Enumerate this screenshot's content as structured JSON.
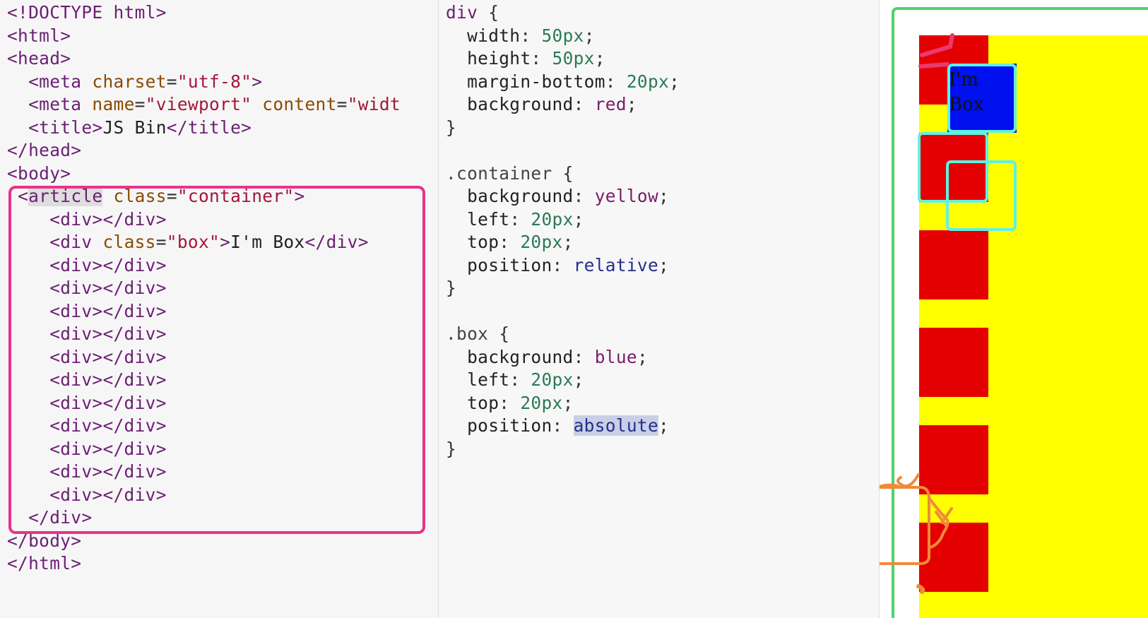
{
  "html_editor": {
    "lines": [
      [
        {
          "c": "t",
          "v": "<!DOCTYPE html>"
        }
      ],
      [
        {
          "c": "t",
          "v": "<html>"
        }
      ],
      [
        {
          "c": "t",
          "v": "<head>"
        }
      ],
      [
        {
          "c": "p",
          "v": "  "
        },
        {
          "c": "t",
          "v": "<meta "
        },
        {
          "c": "a",
          "v": "charset"
        },
        {
          "c": "p",
          "v": "="
        },
        {
          "c": "s",
          "v": "\"utf-8\""
        },
        {
          "c": "t",
          "v": ">"
        }
      ],
      [
        {
          "c": "p",
          "v": "  "
        },
        {
          "c": "t",
          "v": "<meta "
        },
        {
          "c": "a",
          "v": "name"
        },
        {
          "c": "p",
          "v": "="
        },
        {
          "c": "s",
          "v": "\"viewport\""
        },
        {
          "c": "p",
          "v": " "
        },
        {
          "c": "a",
          "v": "content"
        },
        {
          "c": "p",
          "v": "="
        },
        {
          "c": "s",
          "v": "\"widt"
        }
      ],
      [
        {
          "c": "p",
          "v": "  "
        },
        {
          "c": "t",
          "v": "<title>"
        },
        {
          "c": "tx",
          "v": "JS Bin"
        },
        {
          "c": "t",
          "v": "</title>"
        }
      ],
      [
        {
          "c": "t",
          "v": "</head>"
        }
      ],
      [
        {
          "c": "t",
          "v": "<body>"
        }
      ],
      [
        {
          "c": "p",
          "v": " "
        },
        {
          "c": "t",
          "v": "<"
        },
        {
          "c": "t hl-tag",
          "v": "article"
        },
        {
          "c": "p",
          "v": " "
        },
        {
          "c": "a",
          "v": "class"
        },
        {
          "c": "p",
          "v": "="
        },
        {
          "c": "s",
          "v": "\"container\""
        },
        {
          "c": "t",
          "v": ">"
        }
      ],
      [
        {
          "c": "p",
          "v": "    "
        },
        {
          "c": "t",
          "v": "<div></div>"
        }
      ],
      [
        {
          "c": "p",
          "v": "    "
        },
        {
          "c": "t",
          "v": "<div "
        },
        {
          "c": "a",
          "v": "class"
        },
        {
          "c": "p",
          "v": "="
        },
        {
          "c": "s",
          "v": "\"box\""
        },
        {
          "c": "t",
          "v": ">"
        },
        {
          "c": "tx",
          "v": "I'm Box"
        },
        {
          "c": "t",
          "v": "</div>"
        }
      ],
      [
        {
          "c": "p",
          "v": "    "
        },
        {
          "c": "t",
          "v": "<div></div>"
        }
      ],
      [
        {
          "c": "p",
          "v": "    "
        },
        {
          "c": "t",
          "v": "<div></div>"
        }
      ],
      [
        {
          "c": "p",
          "v": "    "
        },
        {
          "c": "t",
          "v": "<div></div>"
        }
      ],
      [
        {
          "c": "p",
          "v": "    "
        },
        {
          "c": "t",
          "v": "<div></div>"
        }
      ],
      [
        {
          "c": "p",
          "v": "    "
        },
        {
          "c": "t",
          "v": "<div></div>"
        }
      ],
      [
        {
          "c": "p",
          "v": "    "
        },
        {
          "c": "t",
          "v": "<div></div>"
        }
      ],
      [
        {
          "c": "p",
          "v": "    "
        },
        {
          "c": "t",
          "v": "<div></div>"
        }
      ],
      [
        {
          "c": "p",
          "v": "    "
        },
        {
          "c": "t",
          "v": "<div></div>"
        }
      ],
      [
        {
          "c": "p",
          "v": "    "
        },
        {
          "c": "t",
          "v": "<div></div>"
        }
      ],
      [
        {
          "c": "p",
          "v": "    "
        },
        {
          "c": "t",
          "v": "<div></div>"
        }
      ],
      [
        {
          "c": "p",
          "v": "    "
        },
        {
          "c": "t",
          "v": "<div></div>"
        }
      ],
      [
        {
          "c": "p",
          "v": "  "
        },
        {
          "c": "t",
          "v": "</div>"
        }
      ],
      [
        {
          "c": "t",
          "v": "</body>"
        }
      ],
      [
        {
          "c": "t",
          "v": "</html>"
        }
      ]
    ]
  },
  "css_editor": {
    "lines": [
      [
        {
          "c": "t",
          "v": "div"
        },
        {
          "c": "p",
          "v": " {"
        }
      ],
      [
        {
          "c": "p",
          "v": "  "
        },
        {
          "c": "k",
          "v": "width"
        },
        {
          "c": "p",
          "v": ": "
        },
        {
          "c": "n",
          "v": "50px"
        },
        {
          "c": "p",
          "v": ";"
        }
      ],
      [
        {
          "c": "p",
          "v": "  "
        },
        {
          "c": "k",
          "v": "height"
        },
        {
          "c": "p",
          "v": ": "
        },
        {
          "c": "n",
          "v": "50px"
        },
        {
          "c": "p",
          "v": ";"
        }
      ],
      [
        {
          "c": "p",
          "v": "  "
        },
        {
          "c": "k",
          "v": "margin-bottom"
        },
        {
          "c": "p",
          "v": ": "
        },
        {
          "c": "n",
          "v": "20px"
        },
        {
          "c": "p",
          "v": ";"
        }
      ],
      [
        {
          "c": "p",
          "v": "  "
        },
        {
          "c": "k",
          "v": "background"
        },
        {
          "c": "p",
          "v": ": "
        },
        {
          "c": "v",
          "v": "red"
        },
        {
          "c": "p",
          "v": ";"
        }
      ],
      [
        {
          "c": "p",
          "v": "}"
        }
      ],
      [
        {
          "c": "p",
          "v": ""
        }
      ],
      [
        {
          "c": "sel",
          "v": ".container"
        },
        {
          "c": "p",
          "v": " {"
        }
      ],
      [
        {
          "c": "p",
          "v": "  "
        },
        {
          "c": "k",
          "v": "background"
        },
        {
          "c": "p",
          "v": ": "
        },
        {
          "c": "v",
          "v": "yellow"
        },
        {
          "c": "p",
          "v": ";"
        }
      ],
      [
        {
          "c": "p",
          "v": "  "
        },
        {
          "c": "k",
          "v": "left"
        },
        {
          "c": "p",
          "v": ": "
        },
        {
          "c": "n",
          "v": "20px"
        },
        {
          "c": "p",
          "v": ";"
        }
      ],
      [
        {
          "c": "p",
          "v": "  "
        },
        {
          "c": "k",
          "v": "top"
        },
        {
          "c": "p",
          "v": ": "
        },
        {
          "c": "n",
          "v": "20px"
        },
        {
          "c": "p",
          "v": ";"
        }
      ],
      [
        {
          "c": "p",
          "v": "  "
        },
        {
          "c": "k",
          "v": "position"
        },
        {
          "c": "p",
          "v": ": "
        },
        {
          "c": "vb",
          "v": "relative"
        },
        {
          "c": "p",
          "v": ";"
        }
      ],
      [
        {
          "c": "p",
          "v": "}"
        }
      ],
      [
        {
          "c": "p",
          "v": ""
        }
      ],
      [
        {
          "c": "sel",
          "v": ".box"
        },
        {
          "c": "p",
          "v": " {"
        }
      ],
      [
        {
          "c": "p",
          "v": "  "
        },
        {
          "c": "k",
          "v": "background"
        },
        {
          "c": "p",
          "v": ": "
        },
        {
          "c": "v",
          "v": "blue"
        },
        {
          "c": "p",
          "v": ";"
        }
      ],
      [
        {
          "c": "p",
          "v": "  "
        },
        {
          "c": "k",
          "v": "left"
        },
        {
          "c": "p",
          "v": ": "
        },
        {
          "c": "n",
          "v": "20px"
        },
        {
          "c": "p",
          "v": ";"
        }
      ],
      [
        {
          "c": "p",
          "v": "  "
        },
        {
          "c": "k",
          "v": "top"
        },
        {
          "c": "p",
          "v": ": "
        },
        {
          "c": "n",
          "v": "20px"
        },
        {
          "c": "p",
          "v": ";"
        }
      ],
      [
        {
          "c": "p",
          "v": "  "
        },
        {
          "c": "k",
          "v": "position"
        },
        {
          "c": "p",
          "v": ": "
        },
        {
          "c": "hl-sel",
          "v": "absolute"
        },
        {
          "c": "p",
          "v": ";"
        }
      ],
      [
        {
          "c": "p",
          "v": "}"
        }
      ]
    ]
  },
  "output": {
    "box_label": "I'm Box",
    "colors": {
      "frame": "#4bd36a",
      "container": "#ffff00",
      "div": "#e40000",
      "box": "#0010ee",
      "html_annotation": "#e8338a",
      "cyan_annotation": "#5ef2e2"
    }
  }
}
